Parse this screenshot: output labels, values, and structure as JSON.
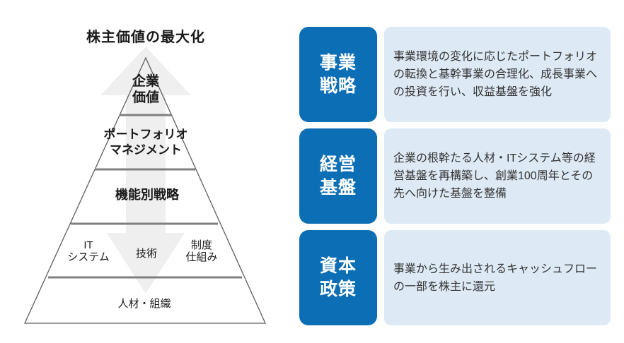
{
  "pyramid": {
    "title": "株主価値の最大化",
    "arrow_icon": "up-down-arrow",
    "levels": [
      {
        "label": "企業\n価値"
      },
      {
        "label": "ポートフォリオ\nマネジメント"
      },
      {
        "label": "機能別戦略"
      },
      {
        "label": "IT\nシステム"
      },
      {
        "label": "技術"
      },
      {
        "label": "制度\n仕組み"
      },
      {
        "label": "人材・組織"
      }
    ]
  },
  "sections": [
    {
      "label": "事業\n戦略",
      "description": "事業環境の変化に応じたポートフォリオ\nの転換と基幹事業の合理化、成長事業へ\nの投資を行い、収益基盤を強化"
    },
    {
      "label": "経営\n基盤",
      "description": "企業の根幹たる人材・ITシステム等の経\n営基盤を再構築し、創業100周年とその\n先へ向けた基盤を整備"
    },
    {
      "label": "資本\n政策",
      "description": "事業から生み出されるキャッシュフロー\nの一部を株主に還元"
    }
  ],
  "colors": {
    "accent_blue": "#0c6eb5",
    "light_blue": "#dde9f4",
    "arrow_gray": "#efefef",
    "divider_gray": "#7f7f7f",
    "outline_gray": "#5f5f5f",
    "text_dark": "#333333"
  }
}
